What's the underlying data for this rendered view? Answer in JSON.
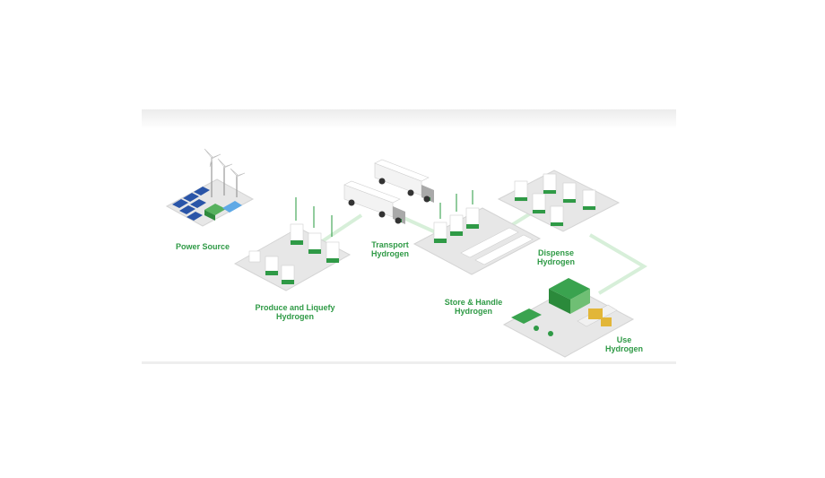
{
  "diagram": {
    "colors": {
      "accent": "#2f9a46",
      "tile": "#e7e7e7",
      "tile_edge": "#d4d4d4",
      "connector": "#d7efd9"
    },
    "stages": [
      {
        "id": "power",
        "lines": [
          "Power Source"
        ]
      },
      {
        "id": "produce",
        "lines": [
          "Produce and Liquefy",
          "Hydrogen"
        ]
      },
      {
        "id": "transport",
        "lines": [
          "Transport",
          "Hydrogen"
        ]
      },
      {
        "id": "store",
        "lines": [
          "Store & Handle",
          "Hydrogen"
        ]
      },
      {
        "id": "dispense",
        "lines": [
          "Dispense",
          "Hydrogen"
        ]
      },
      {
        "id": "use",
        "lines": [
          "Use",
          "Hydrogen"
        ]
      }
    ]
  }
}
